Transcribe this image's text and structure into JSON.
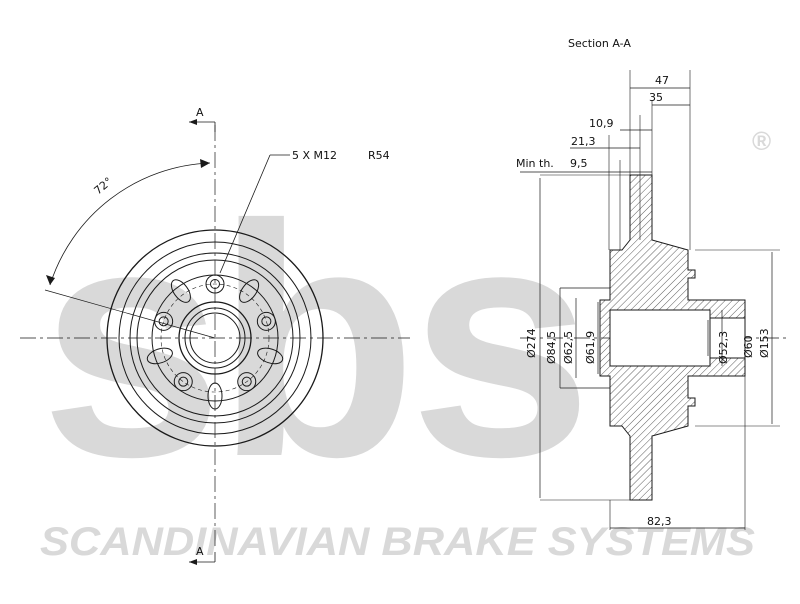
{
  "watermark": {
    "logo_text": "sbs",
    "registered_mark": "®",
    "brand_line": "SCANDINAVIAN BRAKE SYSTEMS"
  },
  "front_view": {
    "section_marker_top": "A",
    "section_marker_bottom": "A",
    "bolt_pattern_label": "5 X M12",
    "radius_label": "R54",
    "angle_label": "72°"
  },
  "section_view": {
    "title": "Section A-A",
    "dims": {
      "width_47": "47",
      "width_35": "35",
      "width_10_9": "10,9",
      "width_21_3": "21,3",
      "min_thickness_label": "Min th.",
      "min_thickness_value": "9,5",
      "dia_274": "Ø274",
      "dia_84_5": "Ø84,5",
      "dia_62_5": "Ø62,5",
      "dia_61_9": "Ø61,9",
      "dia_52_3": "Ø52,3",
      "dia_60": "Ø60",
      "dia_153": "Ø153",
      "height_82_3": "82,3"
    }
  },
  "colors": {
    "line": "#1a1a1a",
    "hatch": "#333333",
    "watermark": "#d9d9d9"
  }
}
